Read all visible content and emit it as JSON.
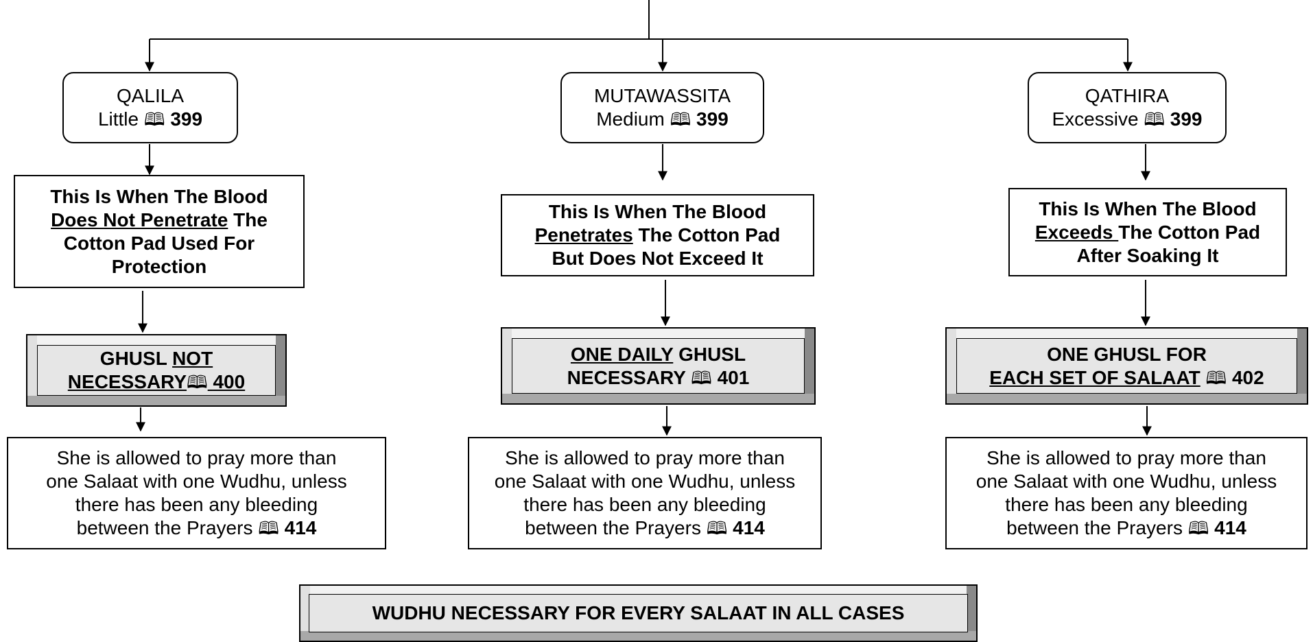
{
  "header_fragment": "",
  "book_glyph": "🕮",
  "columns": [
    {
      "category": {
        "name": "QALILA",
        "sub": "Little",
        "ref": "399"
      },
      "description": {
        "l1": "This Is When The Blood",
        "l2_u": "Does Not Penetrate",
        "l2_rest": " The",
        "l3": "Cotton Pad Used For",
        "l4": "Protection"
      },
      "ghusl": {
        "l1_a": "GHUSL ",
        "l1_u": "NOT",
        "l2_u": "NECESSARY",
        "ref": "400"
      },
      "note": {
        "l1": "She is allowed to pray more than",
        "l2": "one Salaat with one Wudhu, unless",
        "l3": "there has been any bleeding",
        "l4": "between the Prayers",
        "ref": "414"
      }
    },
    {
      "category": {
        "name": "MUTAWASSITA",
        "sub": "Medium",
        "ref": "399"
      },
      "description": {
        "l1": "This Is When The Blood",
        "l2_u": "Penetrates",
        "l2_rest": " The Cotton Pad",
        "l3": "But Does Not Exceed It"
      },
      "ghusl": {
        "l1_u": "ONE DAILY",
        "l1_b": " GHUSL",
        "l2": "NECESSARY",
        "ref": "401"
      },
      "note": {
        "l1": "She is allowed to pray more than",
        "l2": "one Salaat with one Wudhu, unless",
        "l3": "there has been any bleeding",
        "l4": "between the Prayers",
        "ref": "414"
      }
    },
    {
      "category": {
        "name": "QATHIRA",
        "sub": "Excessive",
        "ref": "399"
      },
      "description": {
        "l1": "This Is When The Blood",
        "l2_u": "Exceeds ",
        "l2_rest": "The Cotton Pad",
        "l3": "After Soaking It"
      },
      "ghusl": {
        "l1": "ONE GHUSL FOR",
        "l2_u": "EACH SET OF SALAAT",
        "ref": "402"
      },
      "note": {
        "l1": "She is allowed to pray more than",
        "l2": "one Salaat with one Wudhu, unless",
        "l3": "there has been any bleeding",
        "l4": "between the Prayers",
        "ref": "414"
      }
    }
  ],
  "footer": "WUDHU NECESSARY FOR EVERY SALAAT IN ALL CASES",
  "line_color": "#000000"
}
